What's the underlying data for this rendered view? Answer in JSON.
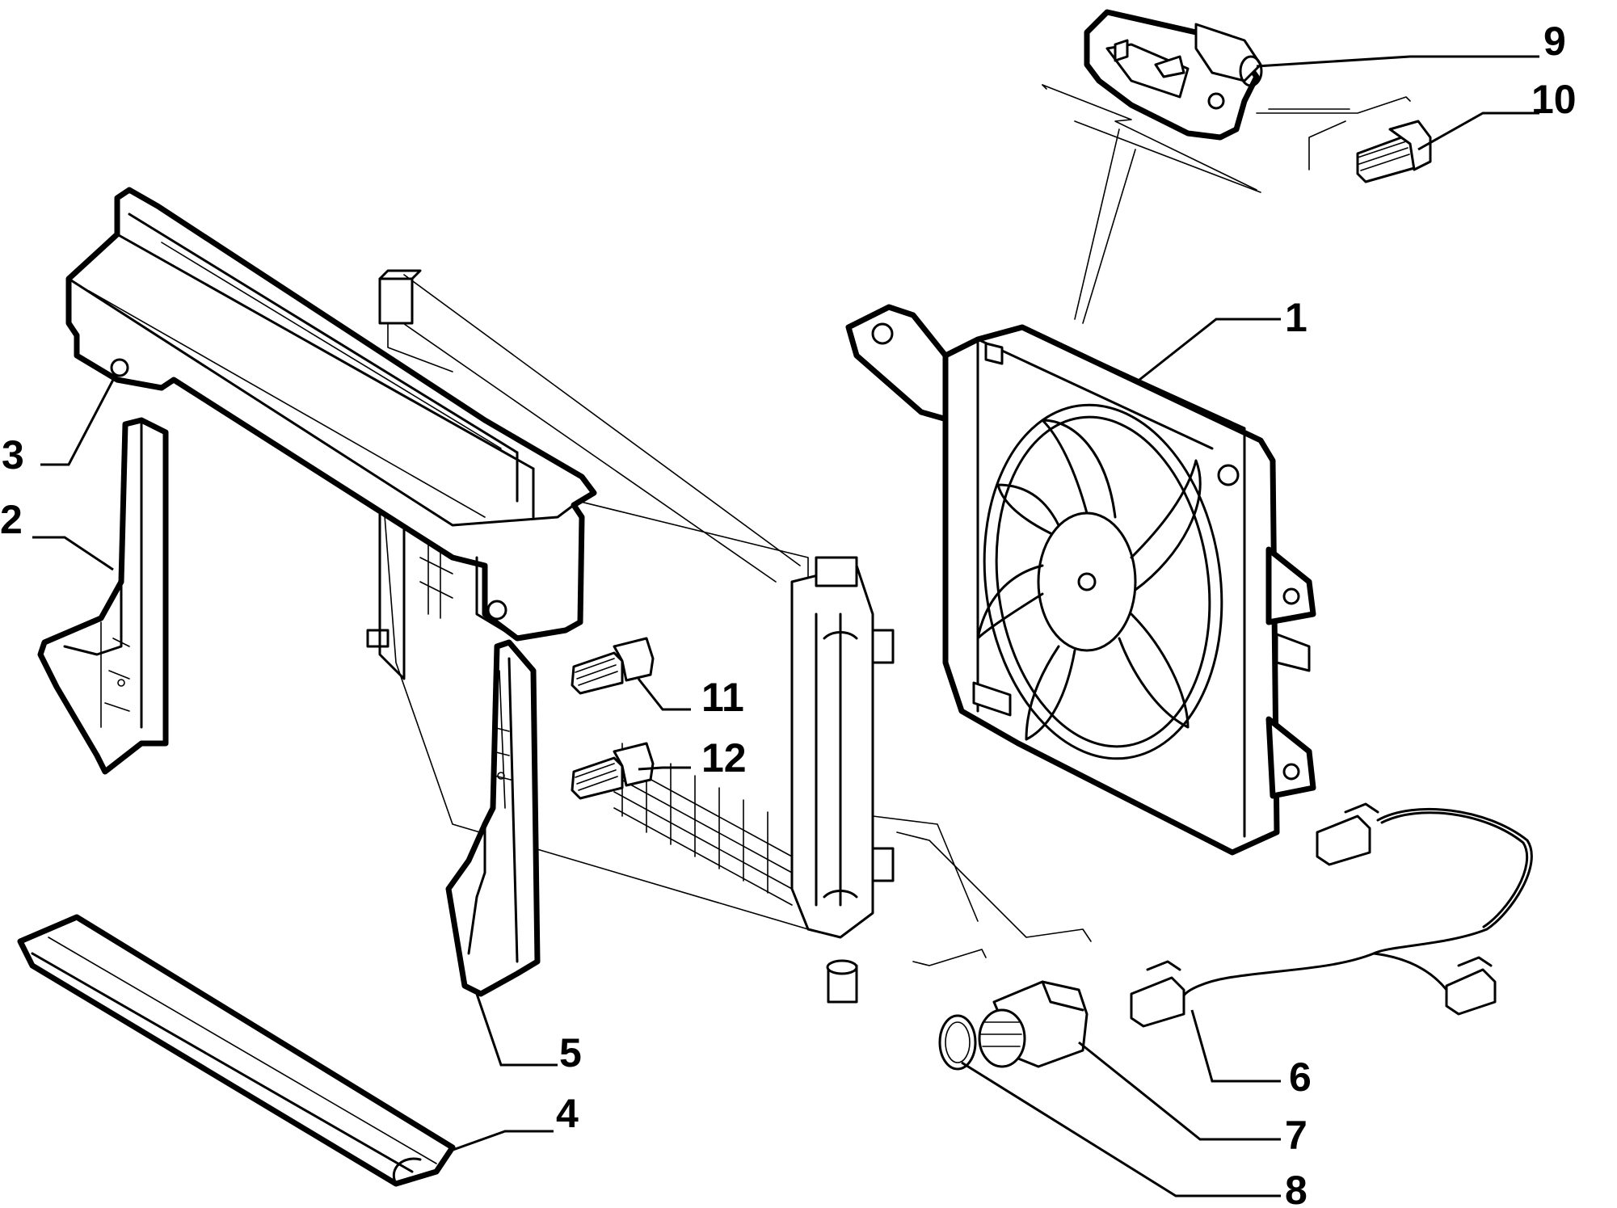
{
  "diagram": {
    "callouts": [
      {
        "id": "1",
        "label": "1",
        "part": "fan-assembly"
      },
      {
        "id": "2",
        "label": "2",
        "part": "left-side-deflector"
      },
      {
        "id": "3",
        "label": "3",
        "part": "upper-crossmember-bolt"
      },
      {
        "id": "4",
        "label": "4",
        "part": "lower-seal-strip"
      },
      {
        "id": "5",
        "label": "5",
        "part": "right-side-deflector"
      },
      {
        "id": "6",
        "label": "6",
        "part": "wiring-harness"
      },
      {
        "id": "7",
        "label": "7",
        "part": "thermal-switch"
      },
      {
        "id": "8",
        "label": "8",
        "part": "sealing-ring"
      },
      {
        "id": "9",
        "label": "9",
        "part": "fan-resistor"
      },
      {
        "id": "10",
        "label": "10",
        "part": "resistor-screw"
      },
      {
        "id": "11",
        "label": "11",
        "part": "upper-bolt"
      },
      {
        "id": "12",
        "label": "12",
        "part": "lower-bolt"
      }
    ],
    "icons": [
      "fan-icon",
      "radiator-icon",
      "bolt-icon",
      "connector-icon"
    ]
  }
}
